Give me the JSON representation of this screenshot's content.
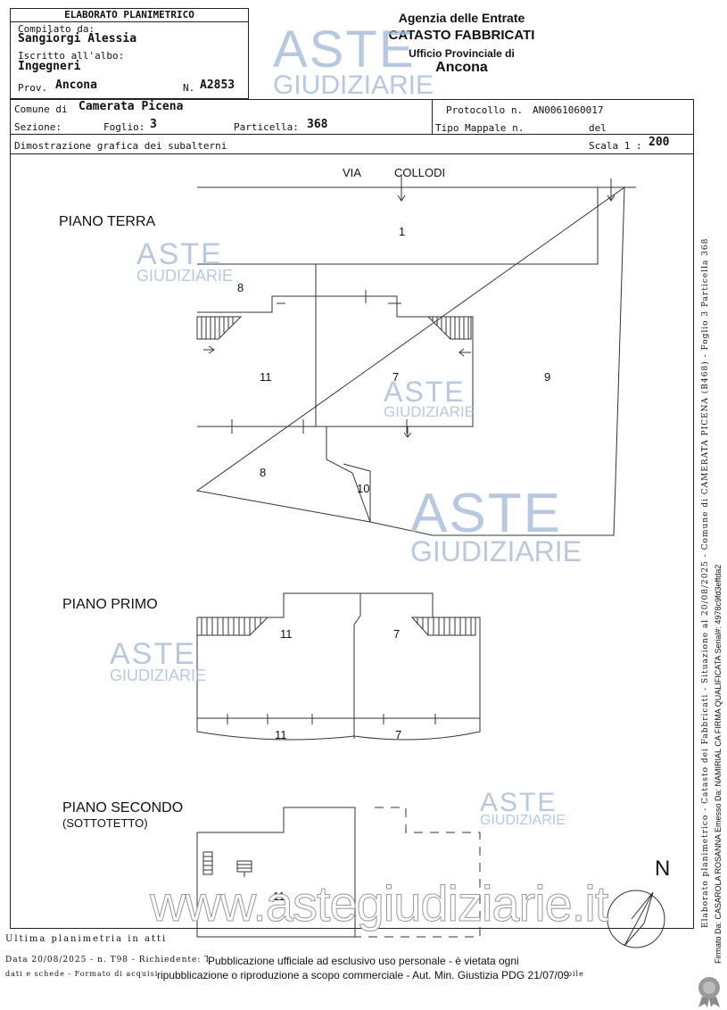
{
  "header": {
    "doc_title": "ELABORATO PLANIMETRICO",
    "compiled_label": "Compilato da:",
    "compiled_name": "Sangiorgi Alessia",
    "albo_label": "Iscritto all'albo:",
    "albo_value": "Ingegneri",
    "prov_label": "Prov.",
    "prov_value": "Ancona",
    "n_label": "N.",
    "n_value": "A2853",
    "agency": "Agenzia delle Entrate",
    "catasto": "CATASTO FABBRICATI",
    "ufficio": "Ufficio Provinciale di",
    "city": "Ancona"
  },
  "info": {
    "comune_label": "Comune di",
    "comune_value": "Camerata Picena",
    "protocollo_label": "Protocollo n.",
    "protocollo_value": "AN0061060017",
    "sezione_label": "Sezione:",
    "foglio_label": "Foglio:",
    "foglio_value": "3",
    "particella_label": "Particella:",
    "particella_value": "368",
    "tipo_label": "Tipo Mappale n.",
    "del_label": "del",
    "dimostrazione": "Dimostrazione grafica dei subalterni",
    "scala_label": "Scala 1 :",
    "scala_value": "200"
  },
  "plan": {
    "street_a": "VIA",
    "street_b": "COLLODI",
    "piano_terra": "PIANO TERRA",
    "piano_primo": "PIANO PRIMO",
    "piano_secondo": "PIANO SECONDO",
    "sottotetto": "(SOTTOTETTO)",
    "north": "N",
    "rooms": {
      "r1": "1",
      "r8a": "8",
      "r11": "11",
      "r7": "7",
      "r9": "9",
      "r8b": "8",
      "r10": "10",
      "p11a": "11",
      "p7a": "7",
      "p11b": "11",
      "p7b": "7",
      "s11": "11"
    }
  },
  "watermarks": {
    "aste": "ASTE",
    "giudiziarie": "GIUDIZIARIE",
    "site": "www.astegiudiziarie.it"
  },
  "side": {
    "line1": "Elaborato planimetrico - Catasto dei Fabbricati - Situazione al 20/08/2025 - Comune di CAMERATA PICENA (B468) - Foglio 3 Particella 368",
    "line2": "Firmato Da: CASAROLA ROSANNA Emesso Da: NAMIRIAL CA FIRMA QUALIFICATA Serial#: 4978c9fd3effda2"
  },
  "footer": {
    "line1": "Ultima planimetria in atti",
    "line2": "Data 20/08/2025 - n. T98 - Richiedente: Telematico",
    "line3": "dati e schede - Formato di acquisizione: A4(210x297) - Formato stampa richiesto: A4(210x297) - Fattore di scala non utilizzabile",
    "pub1": "Pubblicazione ufficiale ad esclusivo uso personale - è vietata ogni",
    "pub2": "ripubblicazione o riproduzione a scopo commerciale - Aut. Min. Giustizia PDG 21/07/09"
  }
}
